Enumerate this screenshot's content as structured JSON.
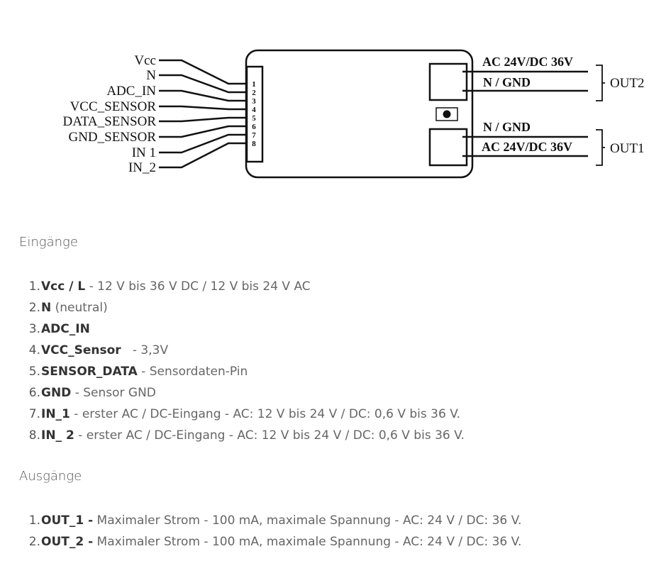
{
  "diagram": {
    "input_labels": [
      "Vcc",
      "N",
      "ADC_IN",
      "VCC_SENSOR",
      "DATA_SENSOR",
      "GND_SENSOR",
      "IN  1",
      "IN_2"
    ],
    "pin_numbers": [
      "1",
      "2",
      "3",
      "4",
      "5",
      "6",
      "7",
      "8"
    ],
    "out2": {
      "label": "OUT2",
      "line1": "AC 24V/DC 36V",
      "line2": "N / GND"
    },
    "out1": {
      "label": "OUT1",
      "line1": "N / GND",
      "line2": "AC 24V/DC 36V"
    }
  },
  "inputs": {
    "heading": "Eingänge",
    "items": [
      {
        "num": "1.",
        "key": "Vcc / L",
        "desc": " - 12 V bis 36 V DC / 12 V bis 24 V AC"
      },
      {
        "num": "2.",
        "key": "N",
        "desc": " (neutral)"
      },
      {
        "num": "3.",
        "key": "ADC_IN",
        "desc": ""
      },
      {
        "num": "4.",
        "key": "VCC_Sensor",
        "desc": "   - 3,3V"
      },
      {
        "num": "5.",
        "key": "SENSOR_DATA",
        "desc": " - Sensordaten-Pin"
      },
      {
        "num": "6.",
        "key": "GND",
        "desc": " - Sensor GND"
      },
      {
        "num": "7.",
        "key": "IN_1",
        "desc": " - erster AC / DC-Eingang - AC: 12 V bis 24 V / DC: 0,6 V bis 36 V."
      },
      {
        "num": "8.",
        "key": "IN_ 2",
        "desc": " - erster AC / DC-Eingang - AC: 12 V bis 24 V / DC: 0,6 V bis 36 V."
      }
    ]
  },
  "outputs": {
    "heading": "Ausgänge",
    "items": [
      {
        "num": "1.",
        "key": "OUT_1 -",
        "desc": " Maximaler Strom - 100 mA, maximale Spannung - AC: 24 V / DC: 36 V."
      },
      {
        "num": "2.",
        "key": "OUT_2 -",
        "desc": " Maximaler Strom - 100 mA, maximale Spannung - AC: 24 V / DC: 36 V."
      }
    ]
  }
}
